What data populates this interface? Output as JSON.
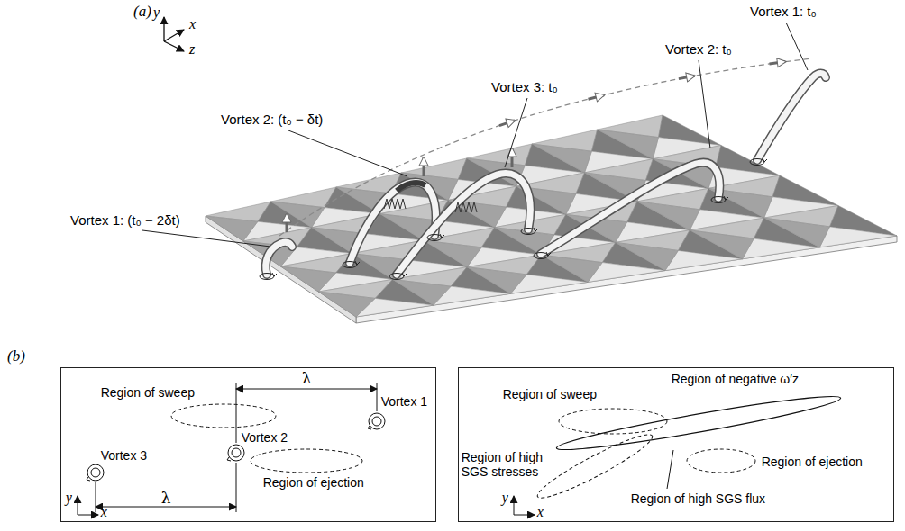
{
  "diagram": {
    "nodes": [
      {
        "text": [
          "Region of sweep",
          "λ",
          "Vortex 1",
          "Vortex 2",
          "Vortex 3",
          "Region of ejection",
          "λ",
          "y",
          "x"
        ]
      },
      {
        "text": [
          "Region of sweep",
          "Region of negative ω′z",
          "Region of high SGS stresses",
          "Region of high SGS flux",
          "Region of ejection",
          "y",
          "x"
        ]
      }
    ],
    "labels": [
      "(a)",
      "y",
      "x",
      "z",
      "Vortex 1: t₀",
      "Vortex 2: t₀",
      "Vortex 3: t₀",
      "Vortex 2: (t₀ − δt)",
      "Vortex 1: (t₀ − 2δt)",
      "(b)"
    ]
  }
}
